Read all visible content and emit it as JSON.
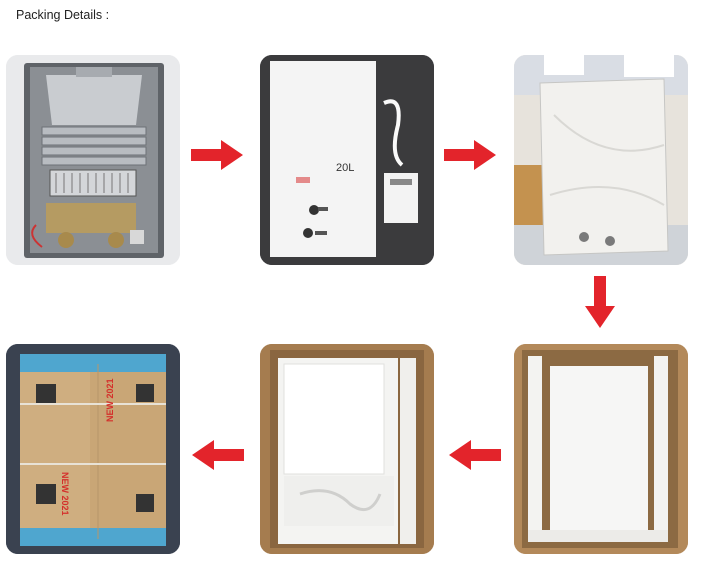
{
  "title": "Packing Details :",
  "heater_label": "20L",
  "box_label_1": "NEW 2021",
  "box_label_2": "NEW 2021",
  "arrow_color": "#e3242b"
}
